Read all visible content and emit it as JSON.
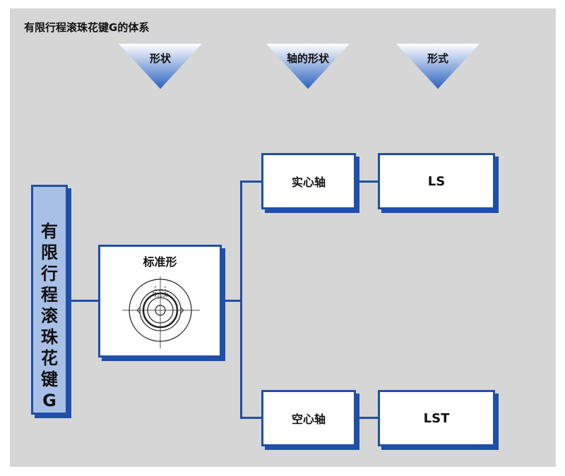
{
  "title": "有限行程滚珠花键G的体系",
  "headers": [
    "形状",
    "轴的形状",
    "形式"
  ],
  "root": {
    "chars": [
      "有",
      "限",
      "行",
      "程",
      "滚",
      "珠",
      "花",
      "键",
      "G"
    ]
  },
  "standard": {
    "label": "标准形"
  },
  "shaft": {
    "solid": "实心轴",
    "hollow": "空心轴"
  },
  "model": {
    "ls": "LS",
    "lst": "LST"
  },
  "colors": {
    "blue": "#1f4fa8",
    "light_blue": "#a9c0e6",
    "bg": "#d6d6d6"
  }
}
